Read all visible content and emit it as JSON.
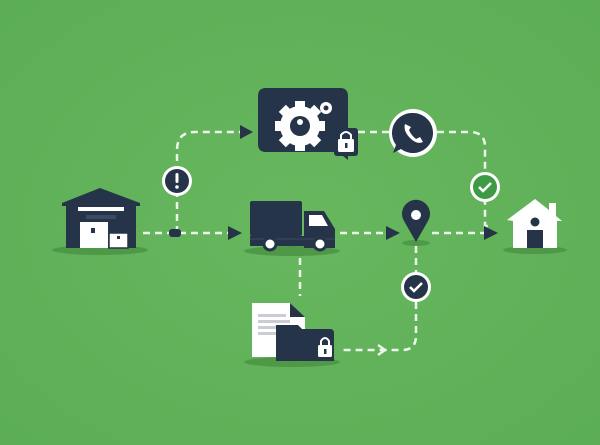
{
  "colors": {
    "background": "#5cad55",
    "background_center": "#67b75f",
    "icon_dark": "#263449",
    "icon_light": "#ffffff",
    "connector": "#eef5ec",
    "shadow": "#4e9848",
    "check_green": "#3f9a45"
  },
  "nodes": [
    {
      "id": "warehouse",
      "icon": "warehouse-icon"
    },
    {
      "id": "settings-chat",
      "icon": "gear-chat-bubble-icon",
      "badge": "lock-icon"
    },
    {
      "id": "whatsapp",
      "icon": "phone-chat-icon"
    },
    {
      "id": "truck",
      "icon": "delivery-truck-icon"
    },
    {
      "id": "location",
      "icon": "map-pin-icon"
    },
    {
      "id": "home",
      "icon": "house-icon"
    },
    {
      "id": "documents",
      "icon": "document-folder-icon",
      "badge": "lock-icon"
    }
  ],
  "status_markers": [
    {
      "icon": "alert-icon"
    },
    {
      "icon": "check-icon",
      "style": "green"
    },
    {
      "icon": "check-icon",
      "style": "dark"
    }
  ]
}
